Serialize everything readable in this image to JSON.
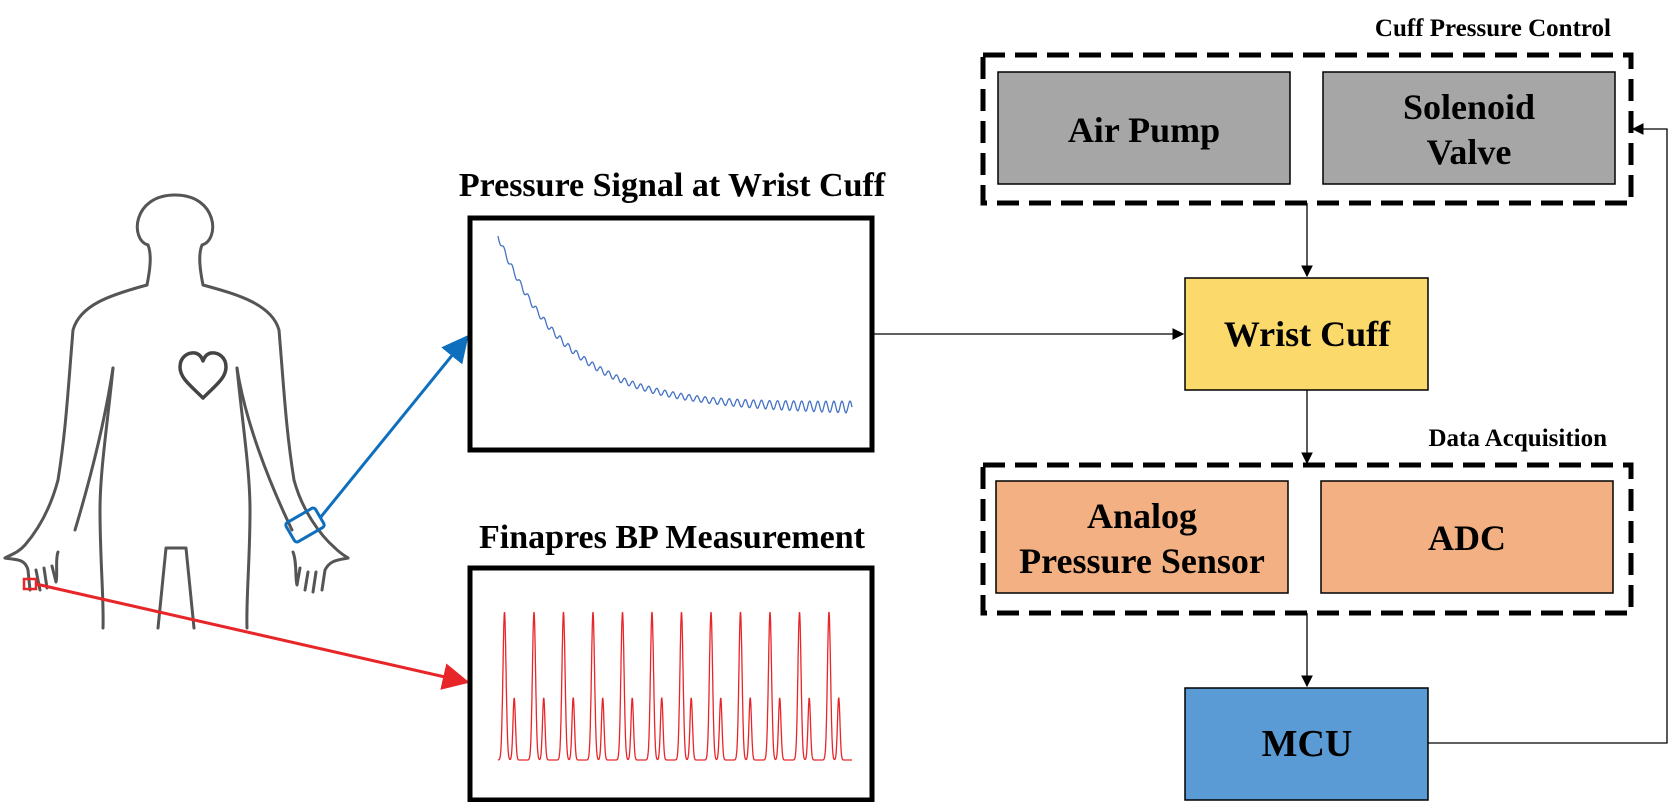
{
  "titles": {
    "pressure_signal": "Pressure Signal at Wrist Cuff",
    "finapres": "Finapres BP Measurement",
    "cuff_pressure_control": "Cuff Pressure Control",
    "data_acquisition": "Data Acquisition"
  },
  "blocks": {
    "air_pump": "Air Pump",
    "solenoid_valve_line1": "Solenoid",
    "solenoid_valve_line2": "Valve",
    "wrist_cuff": "Wrist Cuff",
    "analog_sensor_line1": "Analog",
    "analog_sensor_line2": "Pressure Sensor",
    "adc": "ADC",
    "mcu": "MCU"
  },
  "colors": {
    "gray_block": "#a6a6a6",
    "wrist_cuff": "#fbd96a",
    "acquisition_block": "#f3b183",
    "mcu": "#5b9bd5",
    "cuff_signal": "#4472c4",
    "finapres_signal": "#e8262a",
    "cuff_arrow": "#0e6fbe",
    "finger_arrow": "#e8262a",
    "body_outline": "#555555"
  },
  "icons": {
    "body": "human-body-icon",
    "heart": "heart-icon"
  }
}
